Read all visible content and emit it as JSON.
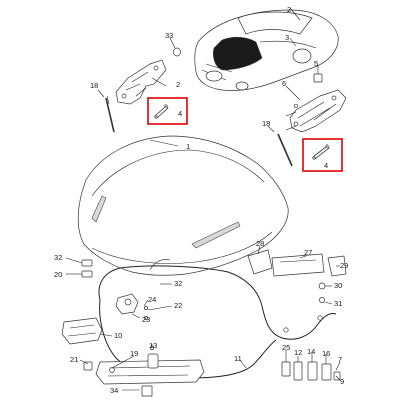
{
  "diagram": {
    "highlight_color": "#e00000",
    "callouts": [
      {
        "id": "33",
        "label": "33"
      },
      {
        "id": "2a",
        "label": "2"
      },
      {
        "id": "18a",
        "label": "18"
      },
      {
        "id": "4a",
        "label": "4"
      },
      {
        "id": "1",
        "label": "1"
      },
      {
        "id": "2b",
        "label": "2"
      },
      {
        "id": "3",
        "label": "3"
      },
      {
        "id": "5",
        "label": "5"
      },
      {
        "id": "6",
        "label": "6"
      },
      {
        "id": "18b",
        "label": "18"
      },
      {
        "id": "4b",
        "label": "4"
      },
      {
        "id": "32a",
        "label": "32"
      },
      {
        "id": "20",
        "label": "20"
      },
      {
        "id": "28",
        "label": "28"
      },
      {
        "id": "27",
        "label": "27"
      },
      {
        "id": "29",
        "label": "29"
      },
      {
        "id": "30",
        "label": "30"
      },
      {
        "id": "31",
        "label": "31"
      },
      {
        "id": "32b",
        "label": "32"
      },
      {
        "id": "24",
        "label": "24"
      },
      {
        "id": "22",
        "label": "22"
      },
      {
        "id": "23",
        "label": "23"
      },
      {
        "id": "10",
        "label": "10"
      },
      {
        "id": "21",
        "label": "21"
      },
      {
        "id": "19",
        "label": "19"
      },
      {
        "id": "11",
        "label": "11"
      },
      {
        "id": "25",
        "label": "25"
      },
      {
        "id": "12",
        "label": "12"
      },
      {
        "id": "13",
        "label": "13"
      },
      {
        "id": "14",
        "label": "14"
      },
      {
        "id": "16",
        "label": "16"
      },
      {
        "id": "7",
        "label": "7"
      },
      {
        "id": "9",
        "label": "9"
      },
      {
        "id": "34",
        "label": "34"
      }
    ]
  }
}
